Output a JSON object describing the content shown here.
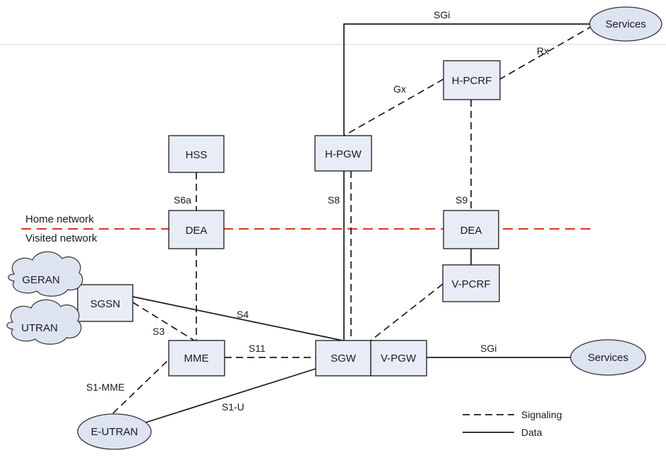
{
  "regions": {
    "home": "Home network",
    "visited": "Visited network"
  },
  "nodes": {
    "hss": "HSS",
    "dea_home": "DEA",
    "dea_visited": "DEA",
    "hpgw": "H-PGW",
    "hpcrf": "H-PCRF",
    "vpcrf": "V-PCRF",
    "sgsn": "SGSN",
    "mme": "MME",
    "sgw": "SGW",
    "vpgw": "V-PGW",
    "geran": "GERAN",
    "utran": "UTRAN",
    "eutran": "E-UTRAN",
    "services_top": "Services",
    "services_bottom": "Services"
  },
  "interfaces": {
    "sgi_top": "SGi",
    "rx": "Rx",
    "gx": "Gx",
    "s6a": "S6a",
    "s8": "S8",
    "s9": "S9",
    "s4": "S4",
    "s3": "S3",
    "s11": "S11",
    "s1_mme": "S1-MME",
    "s1_u": "S1-U",
    "sgi_bottom": "SGi"
  },
  "legend": {
    "signaling": "Signaling",
    "data": "Data"
  },
  "colors": {
    "node_fill": "#e8ecf7",
    "border_line": "#e23b2e",
    "line": "#1a1a1a"
  }
}
